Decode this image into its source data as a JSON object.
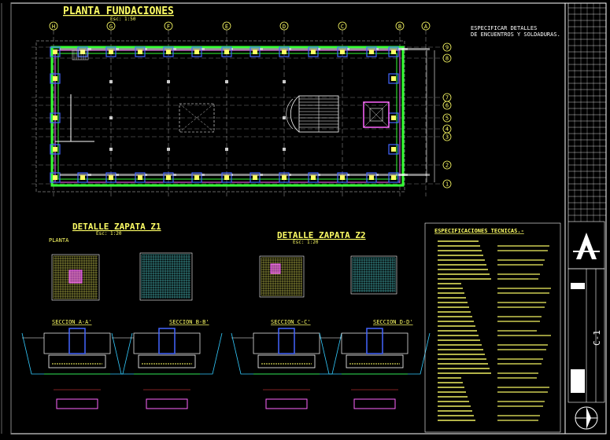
{
  "plan": {
    "title": "PLANTA FUNDACIONES",
    "scale": "Esc: 1:50",
    "note_line1": "ESPECIFICAR DETALLES",
    "note_line2": "DE ENCUENTROS Y SOLDADURAS.",
    "top_axes": [
      "H",
      "G",
      "F",
      "E",
      "D",
      "C",
      "B",
      "A"
    ],
    "right_axes": [
      "9",
      "8",
      "7",
      "6",
      "5",
      "4",
      "3",
      "2",
      "1"
    ]
  },
  "z1": {
    "title": "DETALLE ZAPATA Z1",
    "scale": "Esc: 1:20",
    "planta_label": "PLANTA",
    "section_a": "SECCION A-A'",
    "section_b": "SECCION B-B'"
  },
  "z2": {
    "title": "DETALLE ZAPATA Z2",
    "scale": "Esc: 1:20",
    "section_c": "SECCION C-C'",
    "section_d": "SECCION D-D'"
  },
  "specs": {
    "title": "ESPECIFICACIONES TECNICAS.-"
  },
  "title_block": {
    "sheet": "C-1"
  }
}
